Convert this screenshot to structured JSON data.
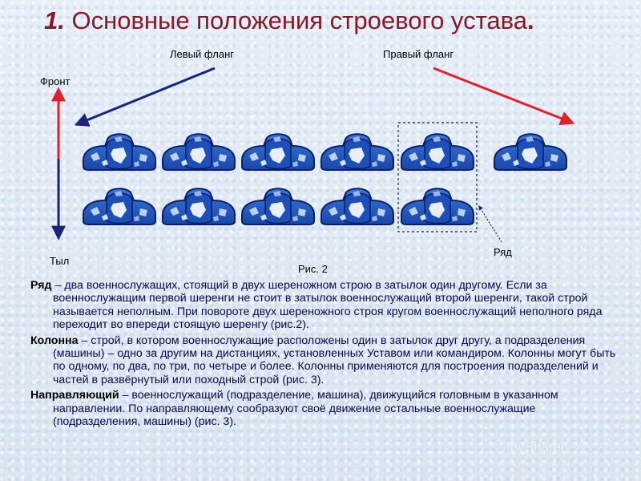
{
  "title": {
    "number": "1.",
    "text": "Основные положения строевого устава",
    "dot": "."
  },
  "diagram": {
    "left_flank": "Левый фланг",
    "right_flank": "Правый фланг",
    "front": "Фронт",
    "rear": "Тыл",
    "row": "Ряд",
    "caption": "Рис. 2",
    "colors": {
      "front_arrow": "#e0202a",
      "rear_arrow": "#1a237e",
      "left_arrow": "#1a237e",
      "right_arrow": "#e0202a"
    },
    "front_rank_count": 6,
    "rear_rank_count": 5
  },
  "paragraphs": [
    {
      "term": "Ряд",
      "text": " – два военнослужащих, стоящий в двух шереножном строю в затылок один другому. Если за военнослужащим первой шеренги не стоит в затылок военнослужащий второй шеренги, такой строй называется неполным.  При повороте двух шереножного строя кругом военнослужащий неполного ряда переходит во впереди стоящую шеренгу (рис.2)."
    },
    {
      "term": "Колонна",
      "text": " – строй, в котором военнослужащие расположены один в затылок друг другу, а подразделения (машины) – одно за другим на дистанциях, установленных Уставом или  командиром. Колонны могут быть по одному, по два, по три, по четыре и более. Колонны применяются для построения подразделений и частей  в развёрнутый или походный строй (рис. 3)."
    },
    {
      "term": "Направляющий",
      "text": " – военнослужащий (подразделение, машина), движущийся головным в указанном направлении. По направляющему сообразуют своё движение остальные военнослужащие (подразделения, машины) (рис. 3)."
    }
  ],
  "watermark": "MyShared"
}
